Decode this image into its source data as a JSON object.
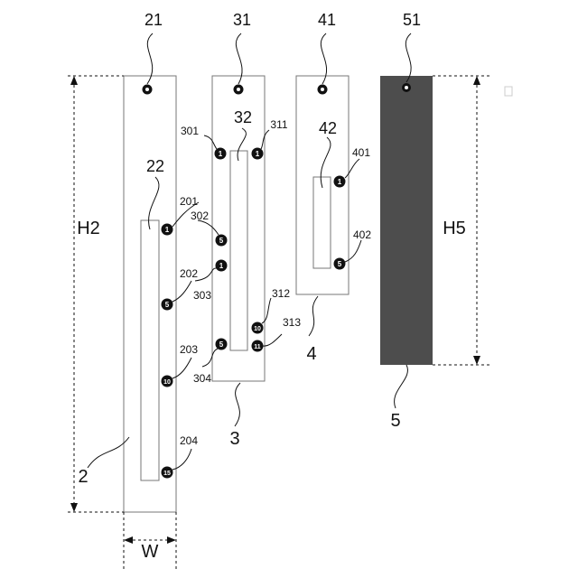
{
  "panels": {
    "p2": {
      "ref": "2",
      "hole_ref": "21",
      "slot_ref": "22",
      "height_label": "H2",
      "width_label": "W"
    },
    "p3": {
      "ref": "3",
      "hole_ref": "31",
      "slot_ref": "32"
    },
    "p4": {
      "ref": "4",
      "hole_ref": "41",
      "slot_ref": "42"
    },
    "p5": {
      "ref": "5",
      "hole_ref": "51",
      "height_label": "H5",
      "color": "#4d4d4d"
    }
  },
  "markers": [
    {
      "ref": "201",
      "text": "1"
    },
    {
      "ref": "202",
      "text": "5"
    },
    {
      "ref": "203",
      "text": "10"
    },
    {
      "ref": "204",
      "text": "15"
    },
    {
      "ref": "301",
      "text": "1"
    },
    {
      "ref": "302",
      "text": "5"
    },
    {
      "ref": "303",
      "text": "1"
    },
    {
      "ref": "304",
      "text": "5"
    },
    {
      "ref": "311",
      "text": "1"
    },
    {
      "ref": "312",
      "text": "10"
    },
    {
      "ref": "313",
      "text": "11"
    },
    {
      "ref": "401",
      "text": "1"
    },
    {
      "ref": "402",
      "text": "5"
    }
  ]
}
